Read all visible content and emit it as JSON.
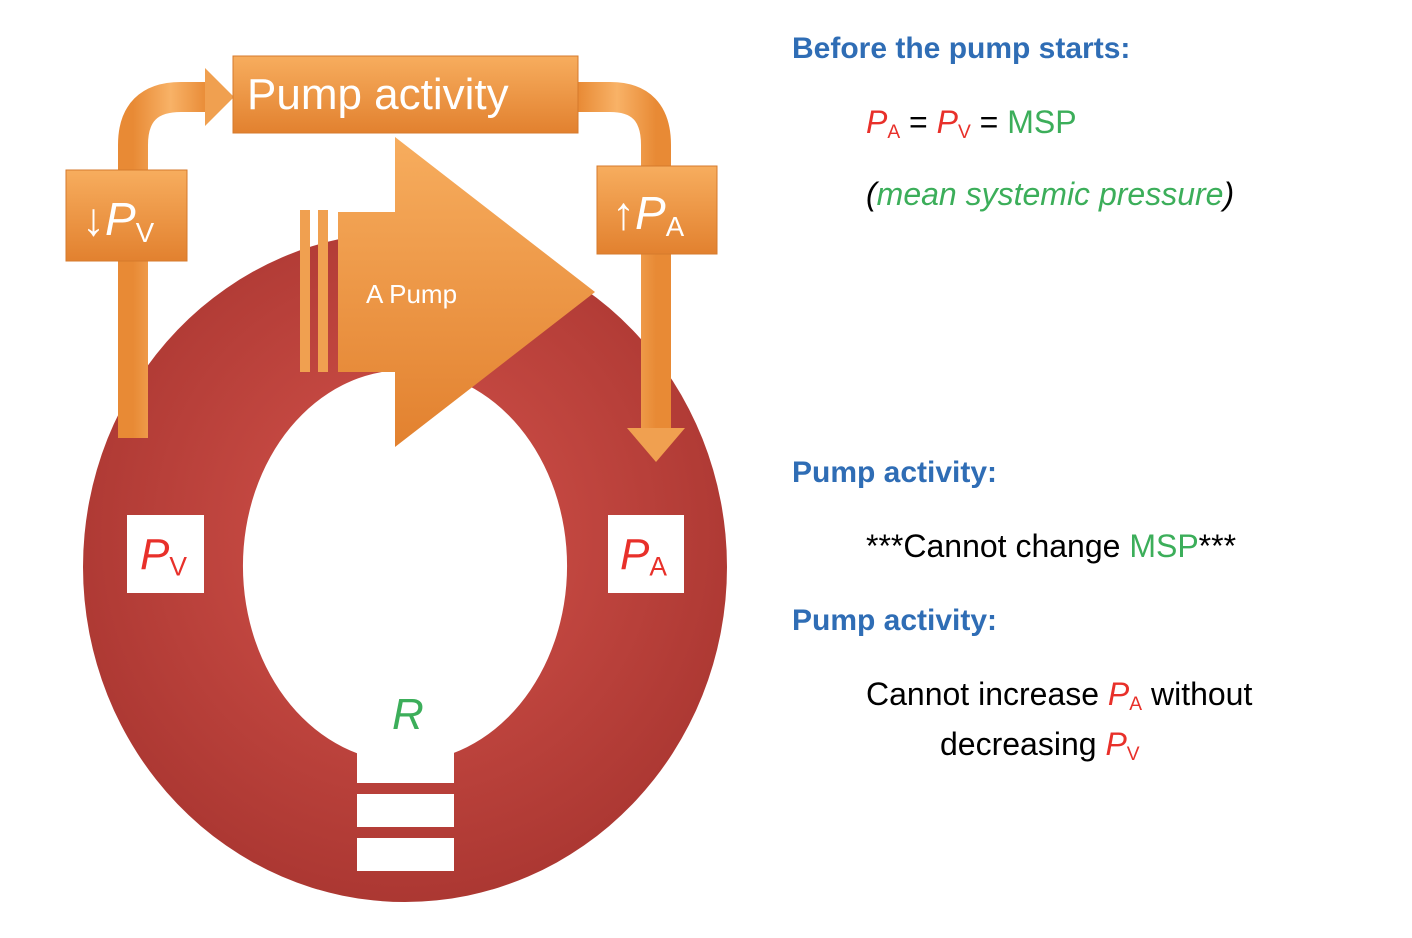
{
  "diagram": {
    "pump_activity_label": "Pump activity",
    "pump_label": "A Pump",
    "venous_decrease": {
      "arrow": "↓",
      "symbol": "P",
      "subscript": "V"
    },
    "arterial_increase": {
      "arrow": "↑",
      "symbol": "P",
      "subscript": "A"
    },
    "venous_pressure": {
      "symbol": "P",
      "subscript": "V"
    },
    "arterial_pressure": {
      "symbol": "P",
      "subscript": "A"
    },
    "resistance_label": "R"
  },
  "notes": {
    "before_heading": "Before the pump starts:",
    "equation": {
      "pa_symbol": "P",
      "pa_sub": "A",
      "eq1": " = ",
      "pv_symbol": "P",
      "pv_sub": "V",
      "eq2": " = ",
      "msp": "MSP"
    },
    "msp_definition": {
      "open": "(",
      "text": "mean systemic pressure",
      "close": ")"
    },
    "pump_heading_1": "Pump activity:",
    "cannot_change": {
      "prefix": "***Cannot change ",
      "msp": "MSP",
      "suffix": "***"
    },
    "pump_heading_2": "Pump activity:",
    "cannot_increase": {
      "line1_prefix": "Cannot increase ",
      "pa_symbol": "P",
      "pa_sub": "A",
      "line1_suffix": " without",
      "line2_prefix": "decreasing ",
      "pv_symbol": "P",
      "pv_sub": "V"
    }
  },
  "colors": {
    "ring_red": "#c0403a",
    "pump_orange": "#f09a44",
    "heading_blue": "#2f6db5",
    "pressure_red": "#e8302a",
    "msp_green": "#3cae5a"
  }
}
